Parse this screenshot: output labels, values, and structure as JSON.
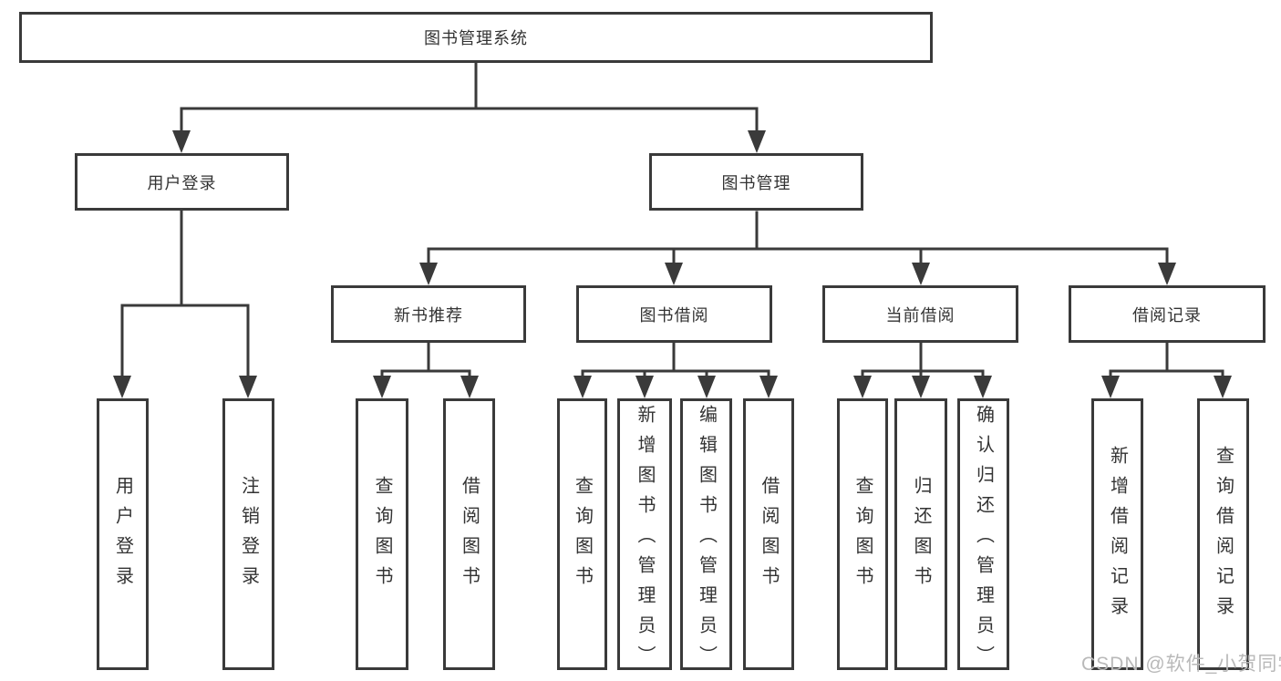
{
  "colors": {
    "line": "#3a3a3a",
    "box_border": "#3a3a3a",
    "text": "#333333",
    "watermark": "#b9b9b9"
  },
  "tree": {
    "root": {
      "label": "图书管理系统"
    },
    "user_login": {
      "label": "用户登录",
      "children": [
        {
          "label": "用户登录"
        },
        {
          "label": "注销登录"
        }
      ]
    },
    "book_management": {
      "label": "图书管理",
      "children": [
        {
          "label": "新书推荐",
          "children": [
            {
              "label": "查询图书"
            },
            {
              "label": "借阅图书"
            }
          ]
        },
        {
          "label": "图书借阅",
          "children": [
            {
              "label": "查询图书"
            },
            {
              "label": "新增图书（管理员）"
            },
            {
              "label": "编辑图书（管理员）"
            },
            {
              "label": "借阅图书"
            }
          ]
        },
        {
          "label": "当前借阅",
          "children": [
            {
              "label": "查询图书"
            },
            {
              "label": "归还图书"
            },
            {
              "label": "确认归还（管理员）"
            }
          ]
        },
        {
          "label": "借阅记录",
          "children": [
            {
              "label": "新增借阅记录"
            },
            {
              "label": "查询借阅记录"
            }
          ]
        }
      ]
    }
  },
  "watermark": {
    "text": "CSDN @软件_小贺同学"
  }
}
